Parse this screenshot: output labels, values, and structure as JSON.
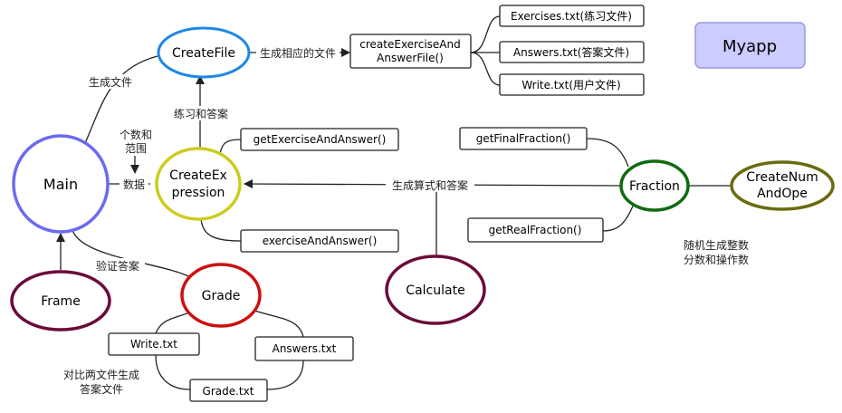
{
  "nodes": {
    "main": "Main",
    "create_file": "CreateFile",
    "create_exp_line1": "CreateEx",
    "create_exp_line2": "pression",
    "fraction": "Fraction",
    "create_num_line1": "CreateNum",
    "create_num_line2": "AndOpe",
    "frame": "Frame",
    "grade": "Grade",
    "calculate": "Calculate"
  },
  "boxes": {
    "create_exercise_line1": "createExerciseAnd",
    "create_exercise_line2": "AnswerFile()",
    "exercises_txt": "Exercises.txt(练习文件)",
    "answers_txt_top": "Answers.txt(答案文件)",
    "write_txt_top": "Write.txt(用户文件)",
    "get_exercise_and_answer": "getExerciseAndAnswer()",
    "exercise_and_answer": "exerciseAndAnswer()",
    "get_final_fraction": "getFinalFraction()",
    "get_real_fraction": "getRealFraction()",
    "write_txt": "Write.txt",
    "answers_txt": "Answers.txt",
    "grade_txt": "Grade.txt",
    "myapp": "Myapp"
  },
  "labels": {
    "generate_file": "生成文件",
    "generate_corresponding_file": "生成相应的文件",
    "exercise_and_answer": "练习和答案",
    "count_and_range_line1": "个数和",
    "count_and_range_line2": "范围",
    "data": "数据",
    "generate_expression_answer": "生成算式和答案",
    "verify_answer": "验证答案",
    "compare_line1": "对比两文件生成",
    "compare_line2": "答案文件",
    "random_line1": "随机生成整数",
    "random_line2": "分数和操作数"
  },
  "colors": {
    "main": "#6b6bf0",
    "create_file": "#1e88e5",
    "create_expression": "#cccc1f",
    "fraction": "#0f6b0f",
    "create_num": "#6b6b0f",
    "frame": "#6b0a3a",
    "grade": "#cc1010",
    "calculate": "#6b0a3a",
    "myapp_fill": "#ccccff",
    "myapp_stroke": "#9999dd",
    "line": "#222222"
  }
}
